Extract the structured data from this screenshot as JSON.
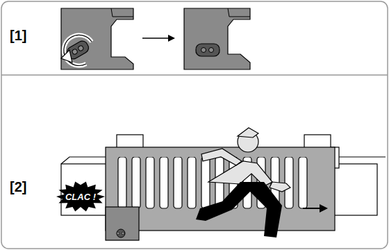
{
  "diagram": {
    "nodes": [
      {
        "text": [
          "CLAC !"
        ]
      }
    ],
    "labels": [
      "[1]",
      "[2]"
    ]
  }
}
